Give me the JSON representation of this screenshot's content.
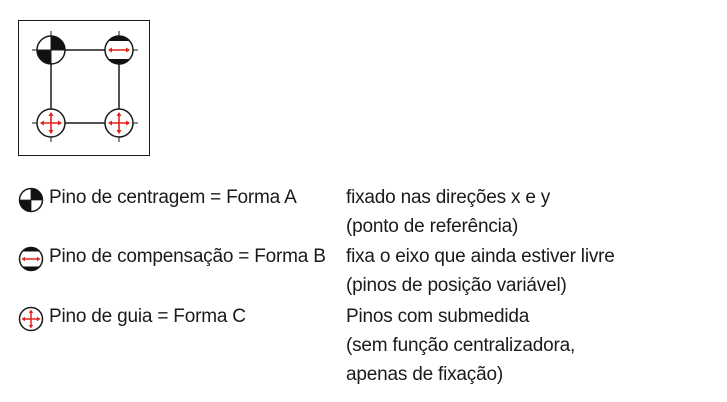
{
  "diagram": {
    "pins": [
      {
        "position": "top-left",
        "type": "A"
      },
      {
        "position": "top-right",
        "type": "B"
      },
      {
        "position": "bottom-left",
        "type": "C"
      },
      {
        "position": "bottom-right",
        "type": "C"
      }
    ]
  },
  "colors": {
    "line": "#1a1a1a",
    "arrow": "#e2231a",
    "fill_dark": "#111111",
    "background": "#ffffff"
  },
  "legend": [
    {
      "icon": "centering-pin-icon",
      "name": "Pino de centragem = Forma A",
      "desc_lines": [
        "fixado nas direções x e y",
        "(ponto de referência)"
      ]
    },
    {
      "icon": "compensation-pin-icon",
      "name": "Pino de compensação = Forma B",
      "desc_lines": [
        "fixa o eixo que ainda estiver livre",
        "(pinos de posição variável)"
      ]
    },
    {
      "icon": "guide-pin-icon",
      "name": "Pino de guia = Forma C",
      "desc_lines": [
        "Pinos com submedida",
        "(sem função centralizadora,",
        "apenas de fixação)"
      ]
    }
  ]
}
